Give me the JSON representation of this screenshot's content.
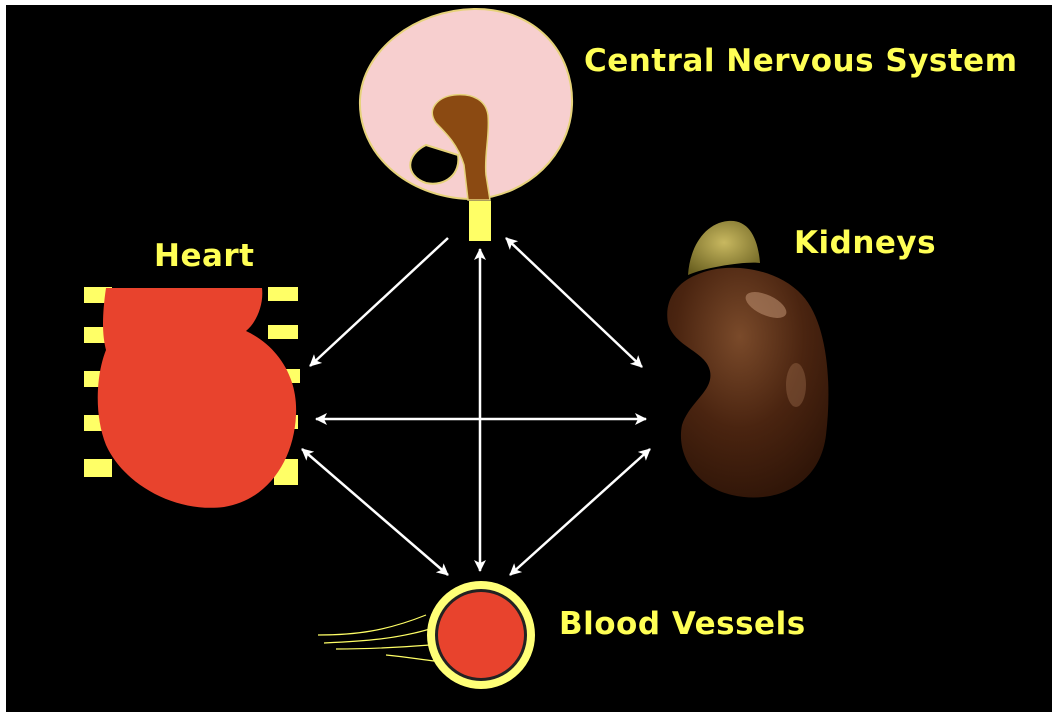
{
  "diagram": {
    "labels": {
      "cns": "Central Nervous System",
      "heart": "Heart",
      "kidneys": "Kidneys",
      "blood_vessels": "Blood Vessels"
    },
    "nodes": [
      "cns",
      "heart",
      "kidneys",
      "blood_vessels"
    ],
    "connections": [
      {
        "from": "cns",
        "to": "heart",
        "direction": "one-way"
      },
      {
        "from": "cns",
        "to": "kidneys",
        "direction": "two-way"
      },
      {
        "from": "cns",
        "to": "blood_vessels",
        "direction": "two-way"
      },
      {
        "from": "heart",
        "to": "kidneys",
        "direction": "two-way"
      },
      {
        "from": "heart",
        "to": "blood_vessels",
        "direction": "two-way"
      },
      {
        "from": "kidneys",
        "to": "blood_vessels",
        "direction": "two-way"
      }
    ],
    "colors": {
      "background": "#000000",
      "label": "#ffff55",
      "arrow": "#ffffff",
      "brain": "#f7cfcf",
      "brainstem": "#8b4a12",
      "heart": "#e8432d",
      "ribs": "#ffff66",
      "kidney": "#4a2410",
      "vessel_wall": "#ffff77",
      "vessel_lumen": "#e8432d"
    }
  }
}
